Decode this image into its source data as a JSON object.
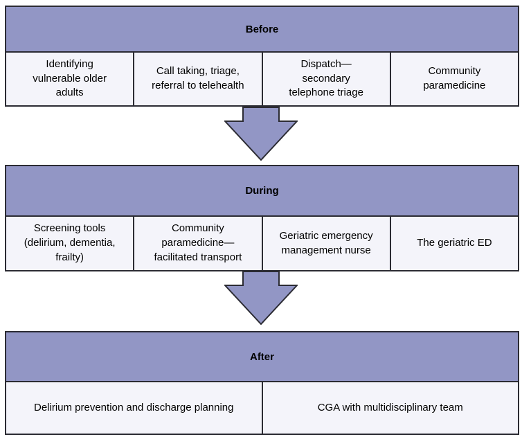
{
  "figure": {
    "description_title": "Emergency care pathway phases for older adults",
    "background": "#ffffff"
  },
  "colors": {
    "header_fill": "#9296c5",
    "cell_fill": "#f4f4fa",
    "border": "#2b2b33",
    "text": "#000000"
  },
  "phases": [
    {
      "title": "Before",
      "items": [
        "Identifying\nvulnerable older\nadults",
        "Call taking, triage,\nreferral to telehealth",
        "Dispatch—\nsecondary\ntelephone triage",
        "Community\nparamedicine"
      ]
    },
    {
      "title": "During",
      "items": [
        "Screening tools\n(delirium, dementia,\nfrailty)",
        "Community\nparamedicine—\nfacilitated transport",
        "Geriatric emergency\nmanagement nurse",
        "The geriatric ED"
      ]
    },
    {
      "title": "After",
      "items": [
        "Delirium prevention and discharge planning",
        "CGA with multidisciplinary team"
      ]
    }
  ],
  "arrows": [
    {
      "name": "arrow-before-to-during",
      "direction": "down"
    },
    {
      "name": "arrow-during-to-after",
      "direction": "down"
    }
  ]
}
